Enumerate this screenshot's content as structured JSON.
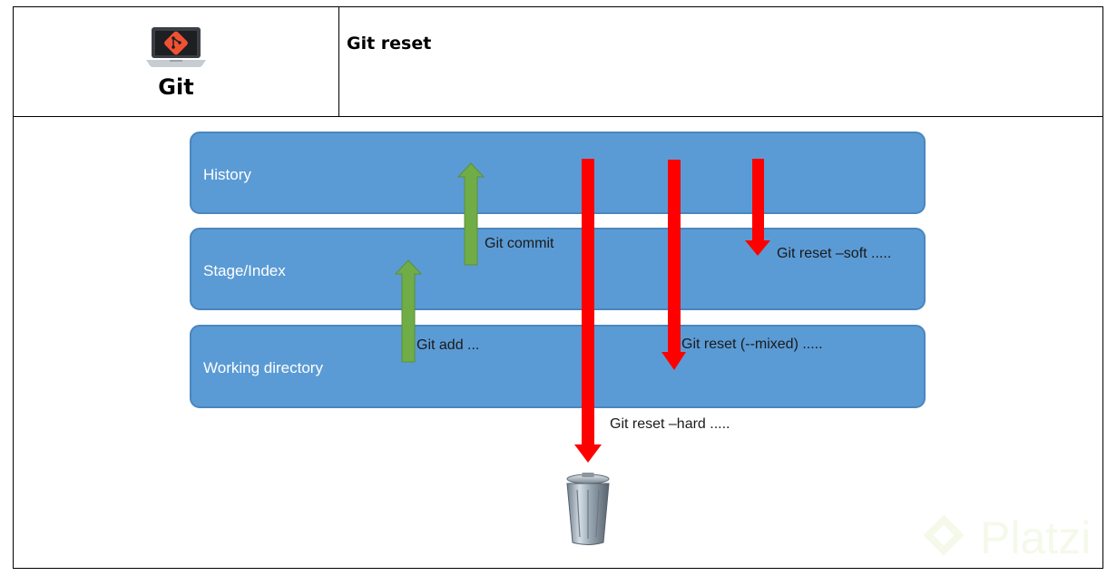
{
  "header": {
    "logo_label": "Git",
    "logo_icon": "laptop-git-icon",
    "title": "Git reset"
  },
  "diagram": {
    "layers": [
      {
        "label": "History"
      },
      {
        "label": "Stage/Index"
      },
      {
        "label": "Working directory"
      }
    ],
    "arrows": [
      {
        "label": "Git add ...",
        "direction": "up",
        "color": "#70ad47"
      },
      {
        "label": "Git commit",
        "direction": "up",
        "color": "#70ad47"
      },
      {
        "label": "Git reset –soft .....",
        "direction": "down",
        "color": "#ff0000"
      },
      {
        "label": "Git reset (--mixed) .....",
        "direction": "down",
        "color": "#ff0000"
      },
      {
        "label": "Git reset –hard .....",
        "direction": "down",
        "color": "#ff0000"
      }
    ],
    "trash_icon": "trash-can-icon",
    "layer_color": "#5b9bd5"
  },
  "watermark": {
    "text": "Platzi",
    "icon": "platzi-logo-icon"
  }
}
